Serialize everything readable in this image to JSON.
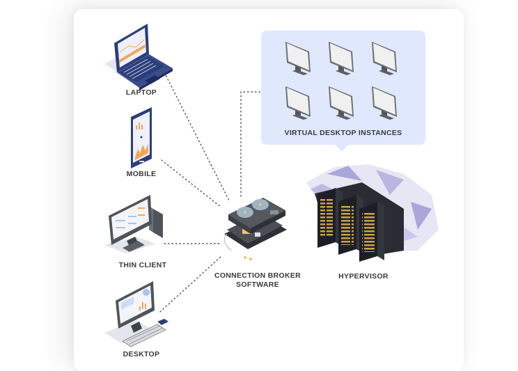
{
  "diagram": {
    "title": "VDI Architecture",
    "clients": [
      {
        "id": "laptop",
        "label": "LAPTOP"
      },
      {
        "id": "mobile",
        "label": "MOBILE"
      },
      {
        "id": "thin-client",
        "label": "THIN CLIENT"
      },
      {
        "id": "desktop",
        "label": "DESKTOP"
      }
    ],
    "broker": {
      "label_line1": "CONNECTION BROKER",
      "label_line2": "SOFTWARE"
    },
    "hypervisor": {
      "label": "HYPERVISOR"
    },
    "vdi": {
      "label": "VIRTUAL DESKTOP INSTANCES",
      "instance_count": 6
    },
    "colors": {
      "panel": "#dfe8fd",
      "navy": "#2c3e7a",
      "orange": "#f2a65a",
      "dark": "#2b2b33",
      "cloud": "#a9a6d8",
      "connector": "#555555"
    }
  }
}
